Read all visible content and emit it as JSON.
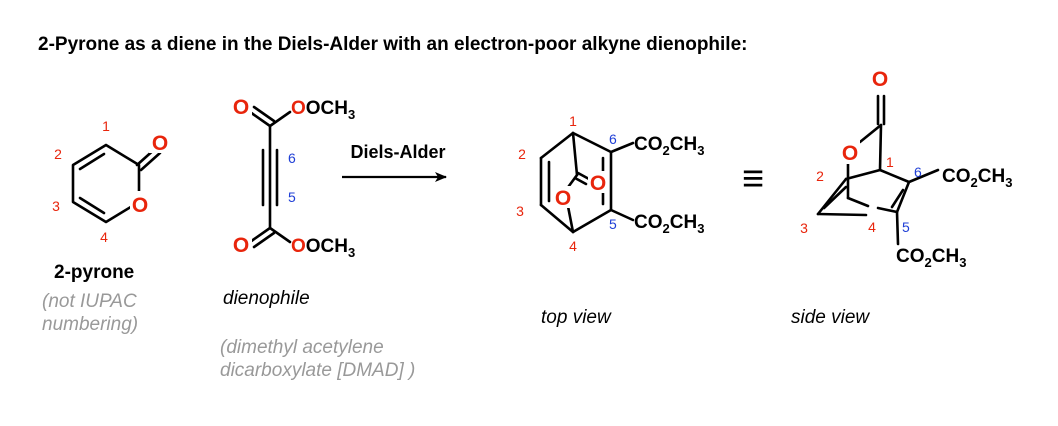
{
  "title": "2-Pyrone as a diene in the Diels-Alder with an electron-poor alkyne dienophile:",
  "colors": {
    "oxygen": "#e8250c",
    "number_red": "#e8250c",
    "number_blue": "#1f3fd6",
    "note_gray": "#999999",
    "bond": "#000000"
  },
  "atoms": {
    "oxygen": "O"
  },
  "groups": {
    "ester_co2ch3": {
      "pre": "CO",
      "sub": "2",
      "post": "CH",
      "sub2": "3"
    },
    "methoxy": {
      "main": "OCH",
      "sub": "3"
    }
  },
  "pyrone": {
    "numbers": [
      "1",
      "2",
      "3",
      "4"
    ],
    "label": "2-pyrone",
    "note": [
      "(not IUPAC",
      "numbering)"
    ]
  },
  "dmad": {
    "numbers": [
      "6",
      "5"
    ],
    "label": "dienophile",
    "note": [
      "(dimethyl acetylene",
      "dicarboxylate [DMAD] )"
    ]
  },
  "arrow": {
    "label": "Diels-Alder"
  },
  "top_view": {
    "numbers": [
      "1",
      "2",
      "3",
      "4",
      "5",
      "6"
    ],
    "label": "top view"
  },
  "equivalence": {
    "symbol": "≡"
  },
  "side_view": {
    "numbers": [
      "1",
      "2",
      "3",
      "4",
      "5",
      "6"
    ],
    "label": "side view"
  }
}
